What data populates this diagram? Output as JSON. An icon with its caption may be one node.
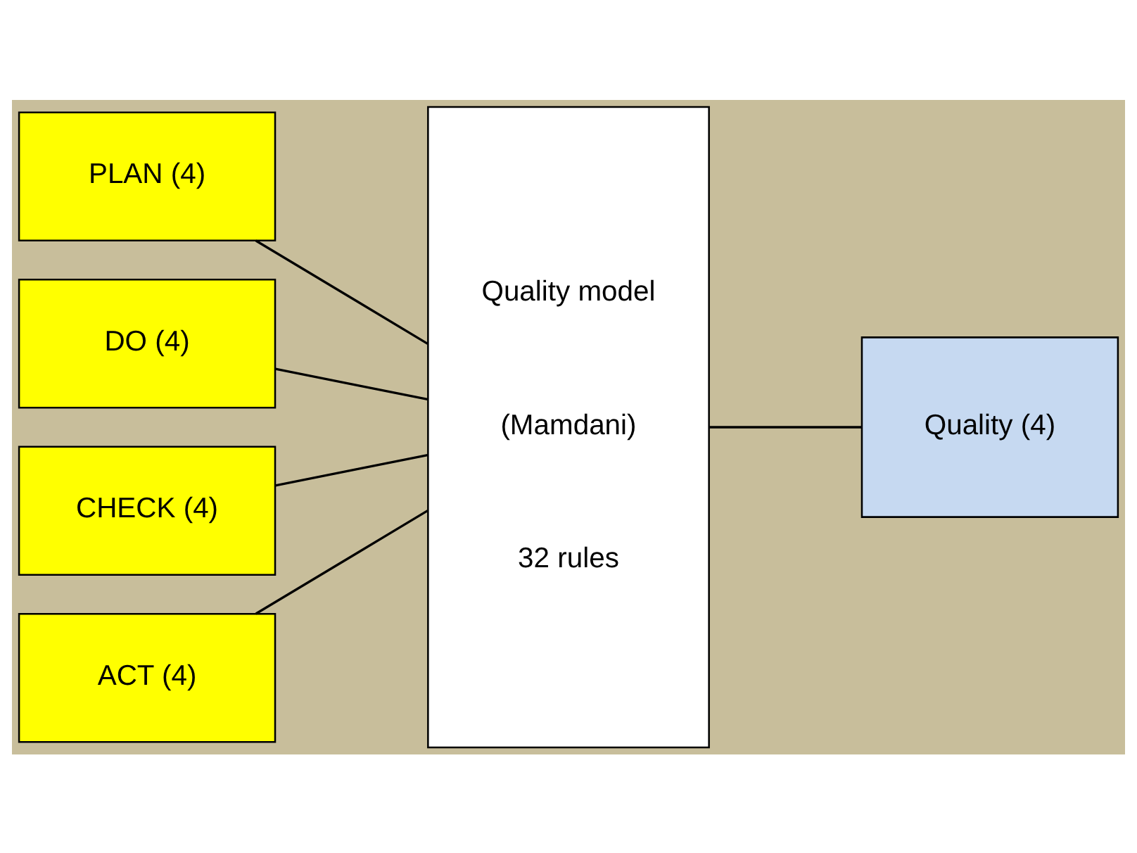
{
  "diagram": {
    "nodes": [
      {
        "text": [
          "PLAN (4)"
        ]
      },
      {
        "text": [
          "DO (4)"
        ]
      },
      {
        "text": [
          "CHECK (4)"
        ]
      },
      {
        "text": [
          "ACT (4)"
        ]
      },
      {
        "text": [
          "Quality model",
          "(Mamdani)",
          "32 rules"
        ]
      },
      {
        "text": [
          "Quality (4)"
        ]
      }
    ],
    "edges": [
      {
        "from": 0,
        "to": 4,
        "arrow": "none"
      },
      {
        "from": 1,
        "to": 4,
        "arrow": "none"
      },
      {
        "from": 2,
        "to": 4,
        "arrow": "none"
      },
      {
        "from": 3,
        "to": 4,
        "arrow": "none"
      },
      {
        "from": 4,
        "to": 5,
        "arrow": "none"
      }
    ]
  }
}
